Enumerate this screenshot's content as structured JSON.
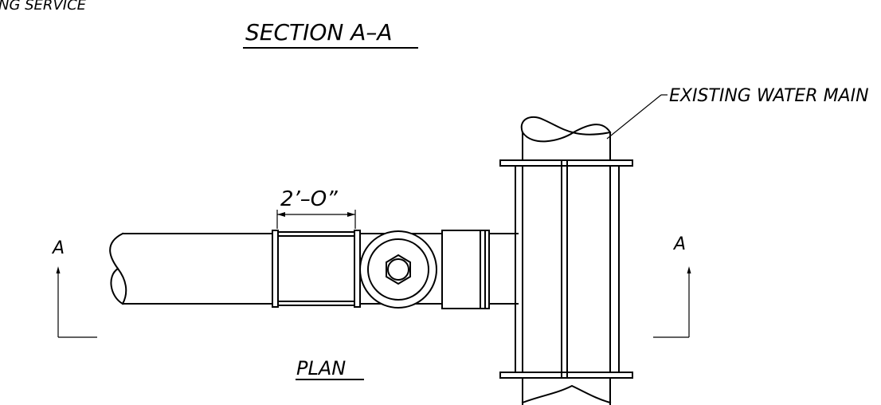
{
  "labels": {
    "partial_service": "NG SERVICE",
    "section_title": "SECTION A–A",
    "existing_water_main": "EXISTING WATER MAIN",
    "dimension": "2’–O”",
    "section_marker_left": "A",
    "section_marker_right": "A",
    "plan_title": "PLAN"
  }
}
